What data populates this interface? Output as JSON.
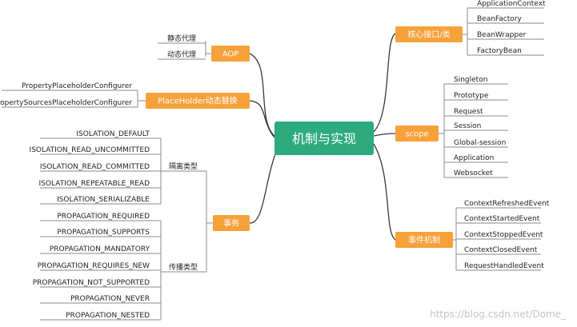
{
  "center": {
    "label": "机制与实现"
  },
  "branches": {
    "aop": {
      "label": "AOP",
      "items": [
        "静态代理",
        "动态代理"
      ]
    },
    "placeholder": {
      "label": "PlaceHolder动态替换",
      "items": [
        "PropertyPlaceholderConfigurer",
        "PropertySourcesPlaceholderConfigurer"
      ]
    },
    "transaction": {
      "label": "事务",
      "groups": [
        {
          "label": "隔离类型",
          "items": [
            "ISOLATION_DEFAULT",
            "ISOLATION_READ_UNCOMMITTED",
            "ISOLATION_READ_COMMITTED",
            "ISOLATION_REPEATABLE_READ",
            "ISOLATION_SERIALIZABLE"
          ]
        },
        {
          "label": "传播类型",
          "items": [
            "PROPAGATION_REQUIRED",
            "PROPAGATION_SUPPORTS",
            "PROPAGATION_MANDATORY",
            "PROPAGATION_REQUIRES_NEW",
            "PROPAGATION_NOT_SUPPORTED",
            "PROPAGATION_NEVER",
            "PROPAGATION_NESTED"
          ]
        }
      ]
    },
    "core": {
      "label": "核心接口/类",
      "items": [
        "ApplicationContext",
        "BeanFactory",
        "BeanWrapper",
        "FactoryBean"
      ]
    },
    "scope": {
      "label": "scope",
      "items": [
        "Singleton",
        "Prototype",
        "Request",
        "Session",
        "Global-session",
        "Application",
        "Websocket"
      ]
    },
    "events": {
      "label": "事件机制",
      "items": [
        "ContextRefreshedEvent",
        "ContextStartedEvent",
        "ContextStoppedEvent",
        "ContextClosedEvent",
        "RequestHandledEvent"
      ]
    }
  },
  "watermark": "https://blog.csdn.net/Dome_",
  "colors": {
    "center": "#2daa7e",
    "branch": "#f7a13a",
    "line": "#3a3a3a",
    "leaf_line": "#8a8a8a"
  }
}
